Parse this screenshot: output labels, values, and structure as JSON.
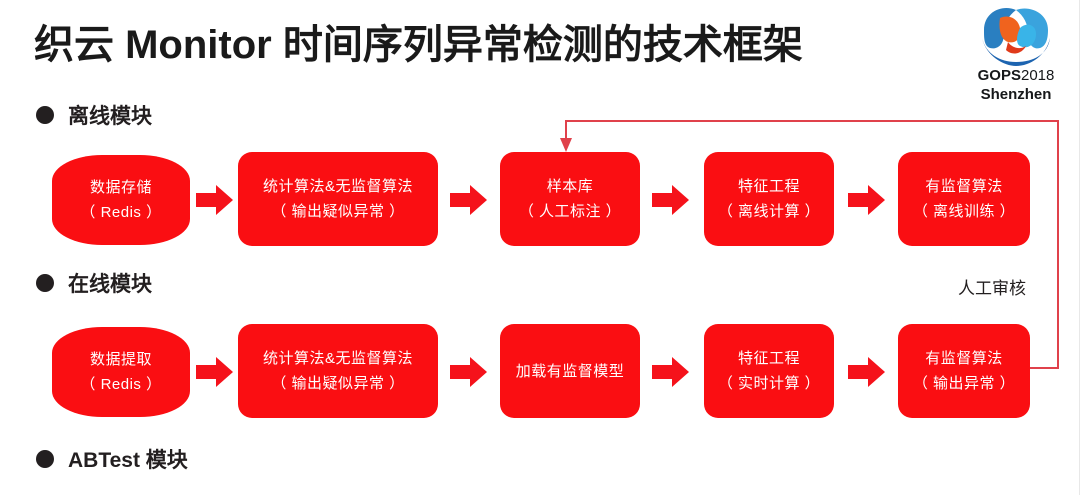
{
  "slide": {
    "title": "织云 Monitor 时间序列异常检测的技术框架",
    "background_color": "#ffffff",
    "accent_color": "#FA0E12",
    "text_color": "#231f20"
  },
  "logo": {
    "name": "GOPS",
    "year": "2018",
    "city": "Shenzhen",
    "mark": "gops-swirl-logo"
  },
  "sections": [
    {
      "id": "offline",
      "label": "离线模块"
    },
    {
      "id": "online",
      "label": "在线模块"
    },
    {
      "id": "abtest",
      "label": "ABTest 模块"
    }
  ],
  "offline_flow": {
    "nodes": [
      {
        "shape": "cylinder",
        "line1": "数据存储",
        "line2": "（ Redis ）"
      },
      {
        "shape": "box",
        "line1": "统计算法&无监督算法",
        "line2": "（ 输出疑似异常 ）"
      },
      {
        "shape": "box",
        "line1": "样本库",
        "line2": "（ 人工标注 ）"
      },
      {
        "shape": "box",
        "line1": "特征工程",
        "line2": "（ 离线计算 ）"
      },
      {
        "shape": "box",
        "line1": "有监督算法",
        "line2": "（ 离线训练 ）"
      }
    ],
    "connector": "right-arrow"
  },
  "online_flow": {
    "nodes": [
      {
        "shape": "cylinder",
        "line1": "数据提取",
        "line2": "（ Redis ）"
      },
      {
        "shape": "box",
        "line1": "统计算法&无监督算法",
        "line2": "（ 输出疑似异常 ）"
      },
      {
        "shape": "box",
        "line1": "加载有监督模型",
        "line2": ""
      },
      {
        "shape": "box",
        "line1": "特征工程",
        "line2": "（ 实时计算 ）"
      },
      {
        "shape": "box",
        "line1": "有监督算法",
        "line2": "（ 输出异常 ）"
      }
    ],
    "connector": "right-arrow"
  },
  "feedback_loop": {
    "label": "人工审核",
    "from": "有监督算法（ 输出异常 ）",
    "to": "样本库（ 人工标注 ）",
    "line_color": "#E0414B"
  }
}
